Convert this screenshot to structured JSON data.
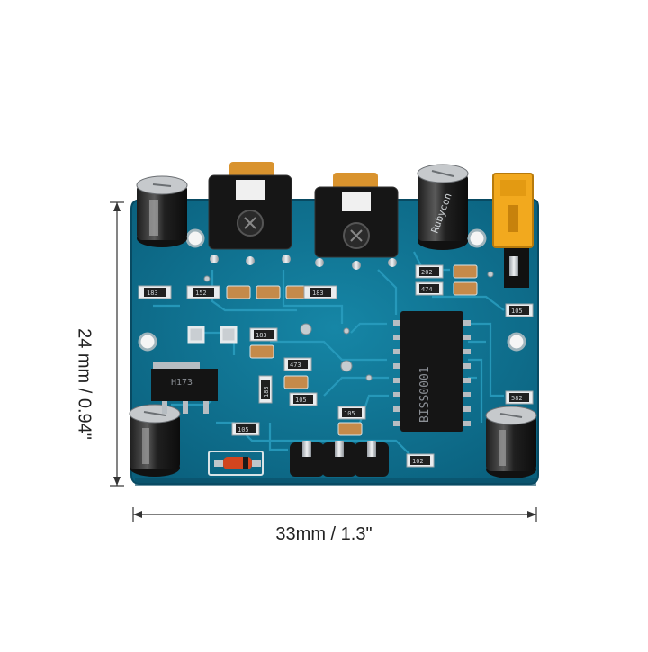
{
  "dimensions": {
    "width_label": "33mm / 1.3\"",
    "height_label": "24 mm / 0.94\""
  },
  "board": {
    "ic_marking": "BISS0001",
    "regulator_marking": "H173",
    "capacitor_marking": "Rubycon",
    "smd_codes": [
      "183",
      "152",
      "183",
      "202",
      "474",
      "105",
      "183",
      "473",
      "183",
      "105",
      "105",
      "105",
      "102",
      "582"
    ]
  },
  "colors": {
    "pcb": "#0d6f8e",
    "pcb_edge": "#0a5c78",
    "pad": "#c9ced2",
    "jumper": "#f2a91e"
  }
}
